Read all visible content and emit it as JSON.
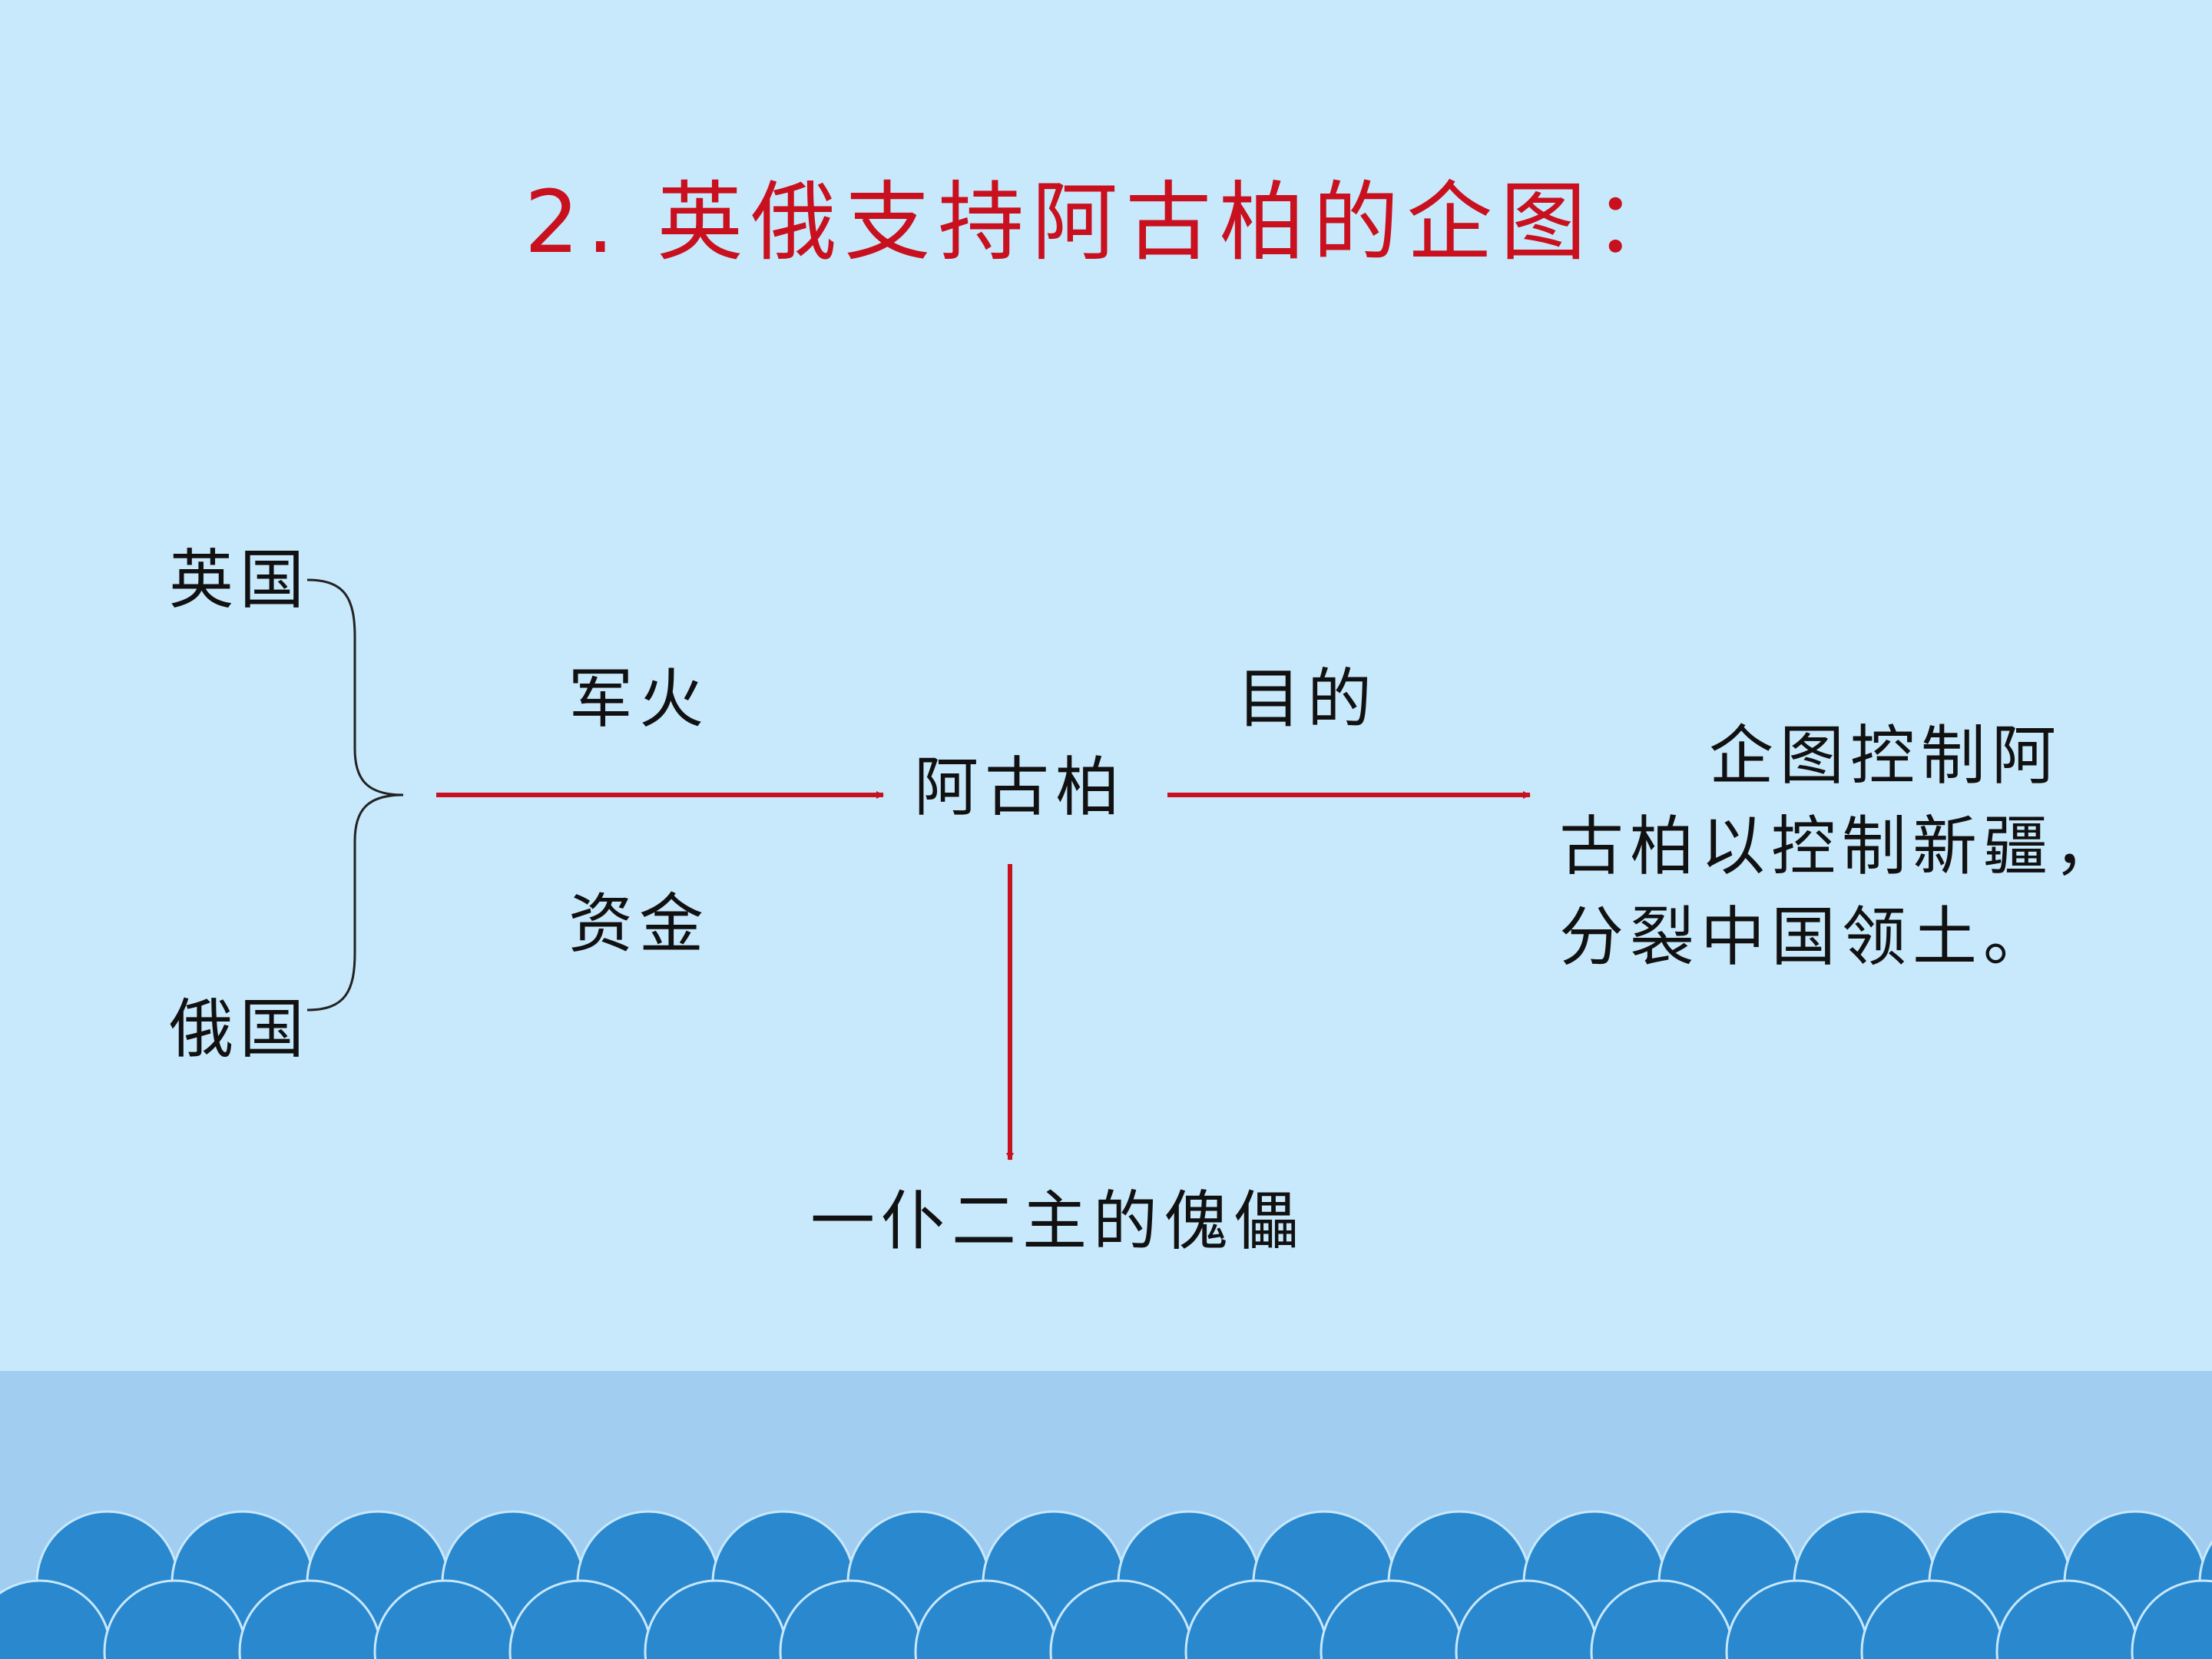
{
  "title": "2. 英俄支持阿古柏的企图：",
  "nodes": {
    "britain": "英国",
    "russia": "俄国",
    "arms": "军火",
    "funds": "资金",
    "yakub": "阿古柏",
    "purpose": "目的",
    "goal_lines": [
      "企图控制阿",
      "古柏以控制新疆，",
      "分裂中国领土。"
    ],
    "puppet": "一仆二主的傀儡"
  },
  "colors": {
    "background": "#c8e8fb",
    "title": "#c8101e",
    "arrow": "#c8101e",
    "band": "#a1cdf1",
    "scallop": "#2a88cf"
  }
}
